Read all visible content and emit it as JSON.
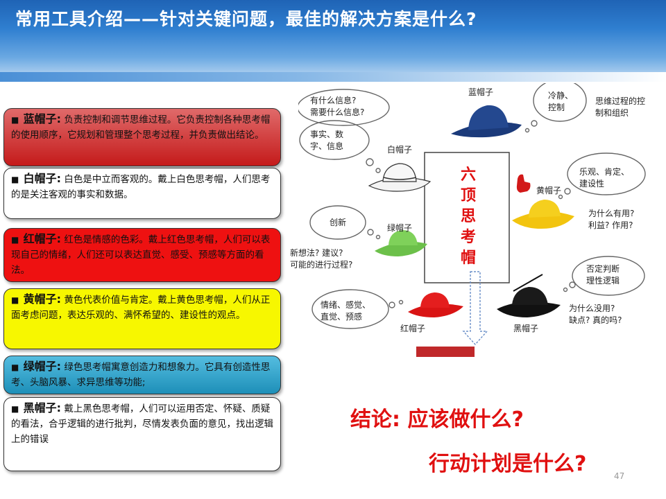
{
  "title": "常用工具介绍——针对关键问题，最佳的解决方案是什么?",
  "hats": [
    {
      "square": "■",
      "name": "蓝帽子:",
      "desc": "负责控制和调节思维过程。它负责控制各种思考帽的使用顺序，它规划和管理整个思考过程，并负责做出结论。"
    },
    {
      "square": "■",
      "name": "白帽子:",
      "desc": "白色是中立而客观的。戴上白色思考帽，人们思考的是关注客观的事实和数据。"
    },
    {
      "square": "■",
      "name": "红帽子:",
      "desc": "红色是情感的色彩。戴上红色思考帽，人们可以表现自己的情绪，人们还可以表达直觉、感受、预感等方面的看法。"
    },
    {
      "square": "■",
      "name": "黄帽子:",
      "desc": "黄色代表价值与肯定。戴上黄色思考帽，人们从正面考虑问题，表达乐观的、满怀希望的、建设性的观点。"
    },
    {
      "square": "■",
      "name": "绿帽子:",
      "desc": "绿色思考帽寓意创造力和想象力。它具有创造性思考、头脑风暴、求异思维等功能;"
    },
    {
      "square": "■",
      "name": "黑帽子:",
      "desc": "戴上黑色思考帽，人们可以运用否定、怀疑、质疑的看法，合乎逻辑的进行批判，尽情发表负面的意见，找出逻辑上的错误"
    }
  ],
  "diagram": {
    "center_label": "六顶思考帽",
    "hat_labels": {
      "blue": "蓝帽子",
      "white": "白帽子",
      "yellow": "黄帽子",
      "green": "绿帽子",
      "red": "红帽子",
      "black": "黑帽子"
    },
    "notes": {
      "q_info_1": "有什么信息?",
      "q_info_2": "需要什么信息?",
      "facts_1": "事实、数",
      "facts_2": "字、信息",
      "calm_1": "冷静、",
      "calm_2": "控制",
      "blue_desc_1": "思维过程的控",
      "blue_desc_2": "制和组织",
      "optimism_1": "乐观、肯定、",
      "optimism_2": "建设性",
      "why_useful_1": "为什么有用?",
      "why_useful_2": "利益? 作用?",
      "creative": "创新",
      "new_ideas_1": "新想法? 建议?",
      "new_ideas_2": "可能的进行过程?",
      "negative_1": "否定判断",
      "negative_2": "理性逻辑",
      "emotion_1": "情绪、感觉、",
      "emotion_2": "直觉、预感",
      "why_useless_1": "为什么没用?",
      "why_useless_2": "缺点? 真的吗?"
    }
  },
  "conclusion": {
    "line1": "结论:  应该做什么?",
    "line2": "行动计划是什么?"
  },
  "page_number": "47",
  "colors": {
    "accent_red": "#e01010",
    "header_blue": "#1f63b5"
  }
}
